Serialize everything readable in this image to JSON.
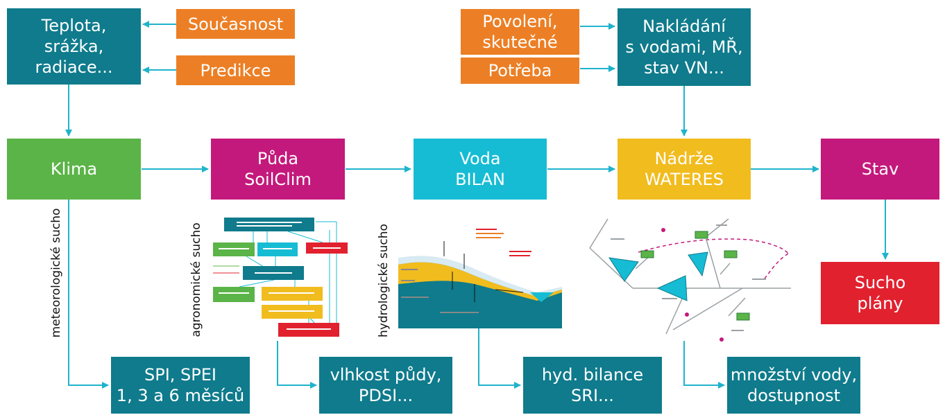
{
  "top_left": {
    "climate_vars": [
      "Teplota,",
      "srážka,",
      "radiace..."
    ],
    "present": "Současnost",
    "prediction": "Predikce"
  },
  "top_right": {
    "permits": [
      "Povolení,",
      "skutečné"
    ],
    "demand": "Potřeba",
    "water_use": [
      "Nakládání",
      "s vodami, MŘ,",
      "stav VN..."
    ]
  },
  "models": {
    "klima": [
      "Klima"
    ],
    "puda": [
      "Půda",
      "SoilClim"
    ],
    "voda": [
      "Voda",
      "BILAN"
    ],
    "nadrze": [
      "Nádrže",
      "WATERES"
    ],
    "stav": [
      "Stav"
    ],
    "sucho": [
      "Sucho",
      "plány"
    ]
  },
  "drought_types": {
    "meteo": "meteorologické sucho",
    "agro": "agronomické sucho",
    "hydro": "hydrologické sucho"
  },
  "indices": {
    "spi": [
      "SPI, SPEI",
      "1, 3 a 6 měsíců"
    ],
    "soil": [
      "vlhkost půdy,",
      "PDSI..."
    ],
    "hyd": [
      "hyd. bilance",
      "SRI..."
    ],
    "water": [
      "množství vody,",
      "dostupnost"
    ]
  },
  "colors": {
    "teal": "#0f7b8c",
    "orange": "#ec7f25",
    "green": "#5bb447",
    "magenta": "#c4197c",
    "cyan": "#16bcd3",
    "yellow": "#f1bc1e",
    "red": "#e2212f",
    "arrow": "#1fb3cc"
  }
}
